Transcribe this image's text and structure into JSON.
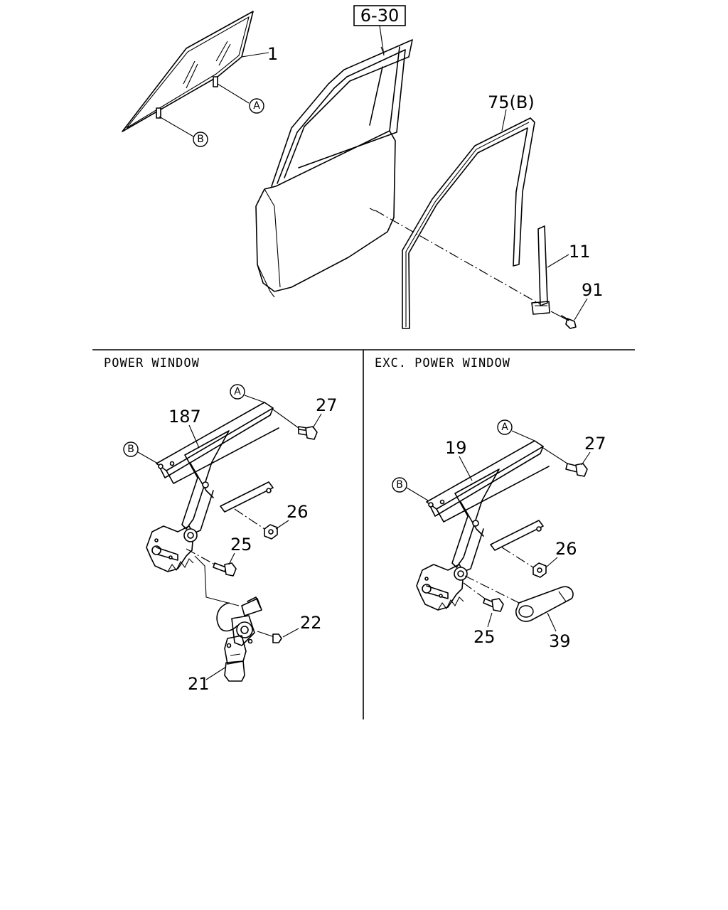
{
  "ref_box": "6-30",
  "callouts": {
    "glass": "1",
    "run_channel": "75(B)",
    "guide": "11",
    "screw": "91",
    "regulator_power": "187",
    "regulator_manual": "19",
    "bolt_a": "27",
    "bolt_b": "27",
    "nut_a": "26",
    "nut_b": "26",
    "bolt_c": "25",
    "bolt_d": "25",
    "screw_motor": "22",
    "motor": "21",
    "handle": "39"
  },
  "circle_refs": {
    "glass_a": "A",
    "glass_b": "B",
    "power_a": "A",
    "power_b": "B",
    "manual_a": "A",
    "manual_b": "B"
  },
  "sections": {
    "left_title": "POWER WINDOW",
    "right_title": "EXC. POWER WINDOW"
  }
}
